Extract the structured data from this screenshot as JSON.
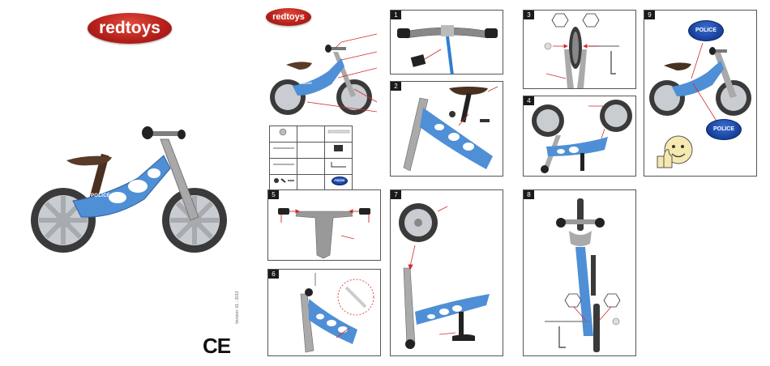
{
  "brand": {
    "logo_text": "redtoys",
    "logo_color": "#b41f1a"
  },
  "cover": {
    "police_decal": "POLICE",
    "ce_mark": "CE",
    "version_note": "Version: 01 - 2013"
  },
  "overview": {
    "logo_text": "redtoys"
  },
  "parts": {
    "police_sticker": "POLICE"
  },
  "steps": {
    "step1": "1",
    "step2": "2",
    "step3": "3",
    "step4": "4",
    "step5": "5",
    "step6": "6",
    "step7": "7",
    "step8": "8",
    "step9": "9"
  },
  "stickers": {
    "top": "POLICE",
    "bottom": "POLICE"
  },
  "colors": {
    "bike_blue": "#4f8fd6",
    "frame_grey": "#9a9a9a",
    "tire": "#3a3a3a",
    "arrow_red": "#d22a2a",
    "police_blue": "#163f9a"
  }
}
